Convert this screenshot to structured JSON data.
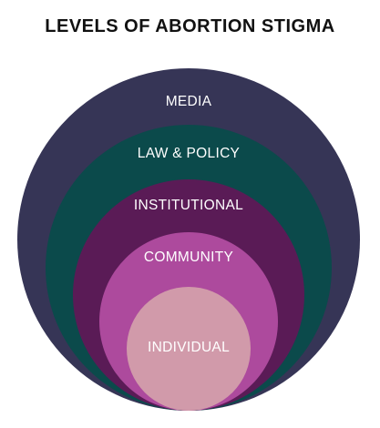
{
  "title": "LEVELS OF ABORTION STIGMA",
  "levels": [
    {
      "label": "MEDIA",
      "color": "#363556"
    },
    {
      "label": "LAW & POLICY",
      "color": "#0b4a4b"
    },
    {
      "label": "INSTITUTIONAL",
      "color": "#5a1b56"
    },
    {
      "label": "COMMUNITY",
      "color": "#ad4a9d"
    },
    {
      "label": "INDIVIDUAL",
      "color": "#d19aaa"
    }
  ]
}
